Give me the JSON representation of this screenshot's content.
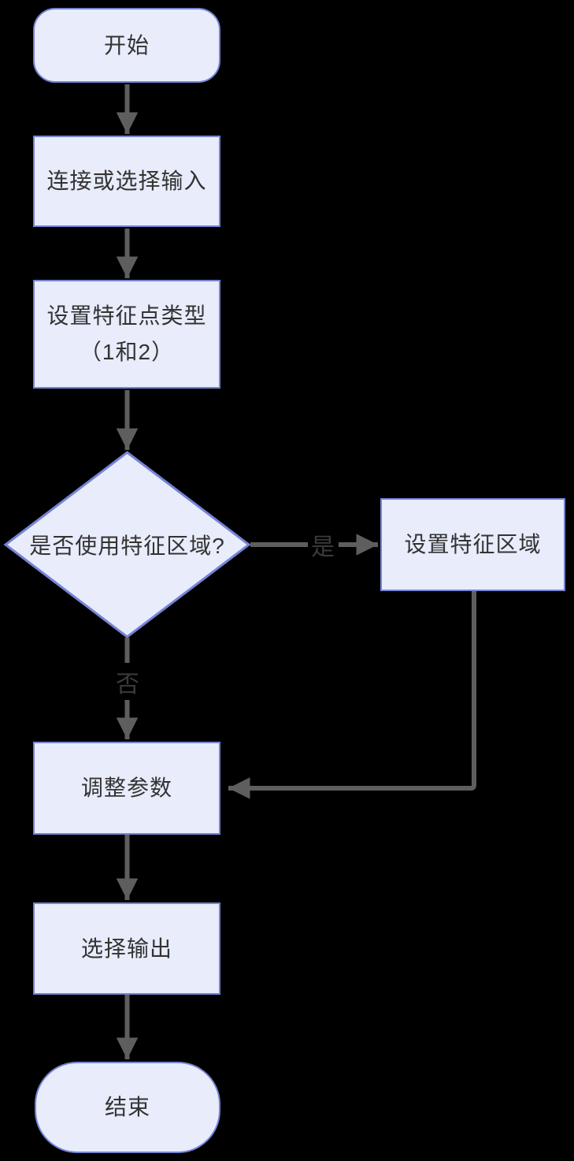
{
  "flowchart": {
    "nodes": {
      "start": {
        "label": "开始"
      },
      "connect_input": {
        "label": "连接或选择输入"
      },
      "feature_type": {
        "line1": "设置特征点类型",
        "line2": "（1和2）"
      },
      "decision": {
        "label": "是否使用特征区域?"
      },
      "set_region": {
        "label": "设置特征区域"
      },
      "adjust_params": {
        "label": "调整参数"
      },
      "select_output": {
        "label": "选择输出"
      },
      "end": {
        "label": "结束"
      }
    },
    "edge_labels": {
      "yes": "是",
      "no": "否"
    },
    "colors": {
      "background": "#000000",
      "node_fill": "#e8ecfb",
      "node_border": "#7583d5",
      "arrow": "#5e5e5e",
      "text": "#333333"
    }
  }
}
